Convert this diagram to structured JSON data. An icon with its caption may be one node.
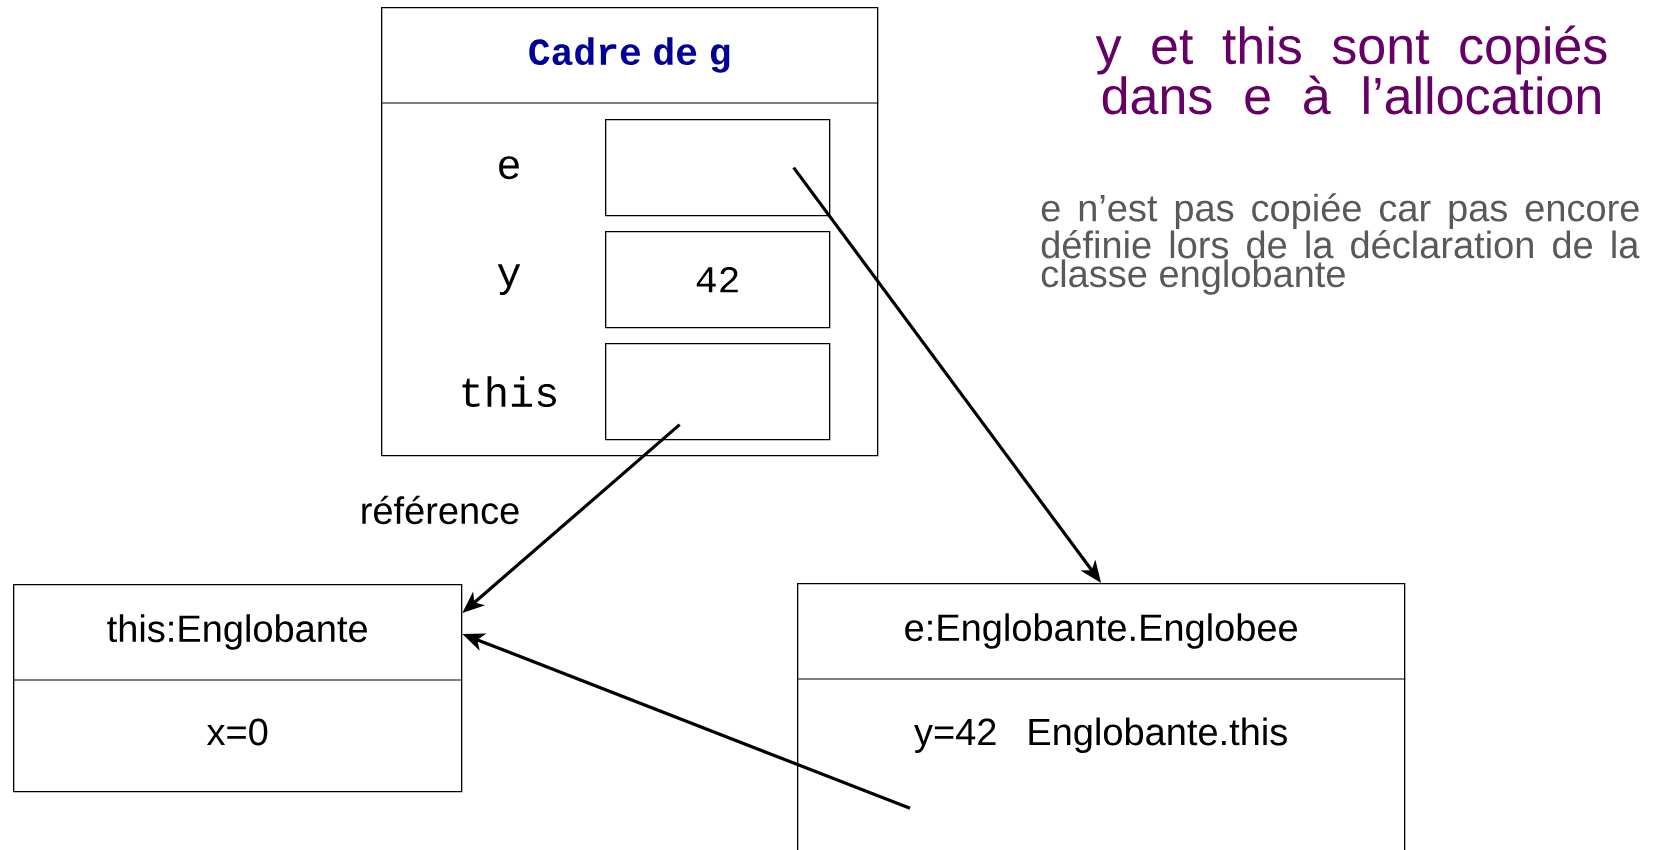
{
  "diagram": {
    "nodes": [
      {
        "text": [
          "Cadre de g"
        ]
      },
      {
        "text": [],
        "shape": "box",
        "in": 0,
        "beside": [
          "e"
        ]
      },
      {
        "text": [
          "42"
        ],
        "in": 0,
        "beside": [
          "y"
        ]
      },
      {
        "text": [],
        "shape": "box",
        "in": 0,
        "beside": [
          "this"
        ]
      },
      {
        "text": [
          "this:Englobante",
          "x=0"
        ]
      },
      {
        "text": [
          "e:Englobante.Englobee",
          "y=42 Englobante.this"
        ]
      }
    ],
    "edges": [
      {
        "from": 1,
        "to": 5,
        "arrow": "to"
      },
      {
        "from": 3,
        "to": 4,
        "arrow": "to",
        "label": "référence"
      },
      {
        "from": 5,
        "to": 4,
        "arrow": "to"
      }
    ],
    "labels": [
      "y et this sont copiés dans e à l’allocation",
      "e n’est pas copiée car pas encore définie lors de la déclaration de la classe englobante"
    ]
  }
}
